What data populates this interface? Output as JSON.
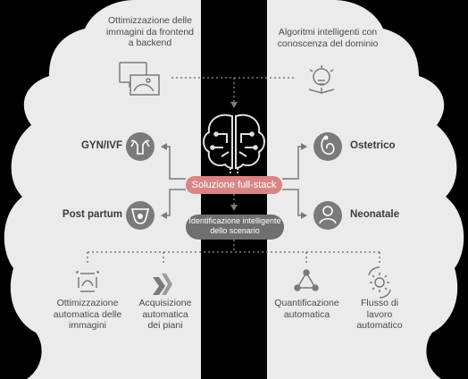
{
  "colors": {
    "background": "#000000",
    "panel": "#ebebeb",
    "accent_red": "#d98585",
    "pill_gray": "#6f6f6f",
    "icon_gray": "#7a7a7a",
    "text": "#4a4a4a"
  },
  "top_left": {
    "label": "Ottimizzazione delle\nimmagini da frontend\na backend",
    "icon": "monitor-image-icon"
  },
  "top_right": {
    "label": "Algoritmi intelligenti con\nconoscenza del dominio",
    "icon": "lightbulb-book-icon"
  },
  "center": {
    "icon": "brain-circuit-icon",
    "main_pill": "Soluzione full-stack",
    "sub_pill": "Identificazione intelligente\ndello scenario"
  },
  "scenarios": {
    "gyn": {
      "label": "GYN/IVF",
      "icon": "uterus-icon"
    },
    "post": {
      "label": "Post partum",
      "icon": "pelvis-icon"
    },
    "obst": {
      "label": "Ostetrico",
      "icon": "fetus-icon"
    },
    "neo": {
      "label": "Neonatale",
      "icon": "baby-icon"
    }
  },
  "bottom_left": [
    {
      "label": "Ottimizzazione\nautomatica delle\nimmagini",
      "icon": "auto-image-icon"
    },
    {
      "label": "Acquisizione\nautomatica\ndei piani",
      "icon": "planes-icon"
    }
  ],
  "bottom_right": [
    {
      "label": "Quantificazione\nautomatica",
      "icon": "network-measure-icon"
    },
    {
      "label": "Flusso di\nlavoro\nautomatico",
      "icon": "gear-flow-icon"
    }
  ]
}
